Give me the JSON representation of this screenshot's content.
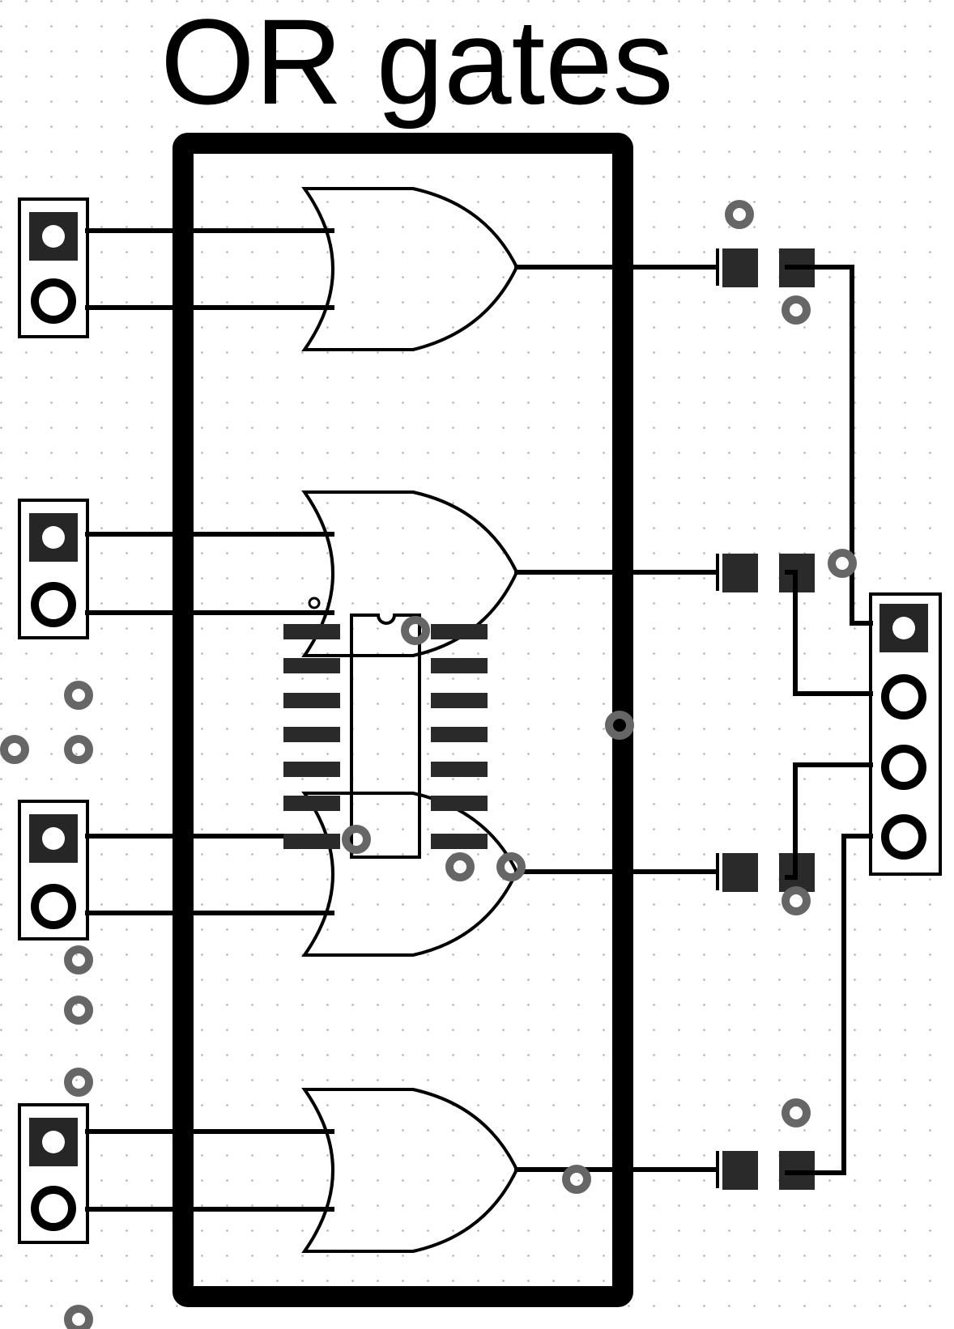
{
  "diagram": {
    "title": "OR gates",
    "component_counts": {
      "or_gates": 4,
      "input_headers": 4,
      "output_smd_pairs": 4,
      "output_header_pins": 4
    },
    "colors": {
      "background": "#ffffff",
      "grid_dot": "#b0b0b0",
      "trace": "#000000",
      "pad": "#262626",
      "via": "#666666"
    }
  }
}
